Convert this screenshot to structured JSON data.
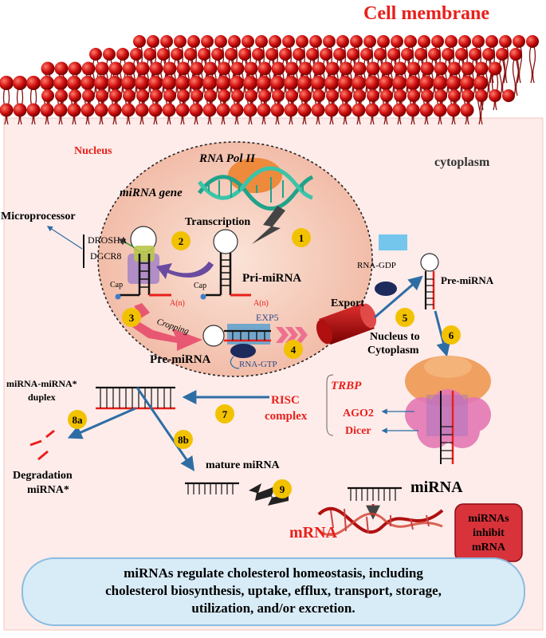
{
  "title": "Cell membrane",
  "regions": {
    "nucleus": "Nucleus",
    "cytoplasm": "cytoplasm"
  },
  "labels": {
    "rna_pol": "RNA Pol II",
    "mirna_gene": "miRNA gene",
    "transcription": "Transcription",
    "microprocessor": "Microprocessor",
    "drosha": "DROSHA",
    "dgcr8": "DGCR8",
    "cap": "Cap",
    "poly_a": "A(n)",
    "pri_mirna": "Pri-miRNA",
    "cropping": "Cropping",
    "pre_mirna": "Pre-miRNA",
    "exp5": "EXP5",
    "rna_gtp": "RNA-GTP",
    "rna_gdp": "RNA-GDP",
    "export": "Export",
    "nucleus_to_cytoplasm_1": "Nucleus to",
    "nucleus_to_cytoplasm_2": "Cytoplasm",
    "trbp": "TRBP",
    "ago2": "AGO2",
    "dicer": "Dicer",
    "risc_1": "RISC",
    "risc_2": "complex",
    "duplex_1": "miRNA-miRNA*",
    "duplex_2": "duplex",
    "degradation_1": "Degradation",
    "degradation_2": "miRNA*",
    "mature": "mature miRNA",
    "mirna": "miRNA",
    "mrna": "mRNA",
    "inhibit_1": "miRNAs",
    "inhibit_2": "inhibit",
    "inhibit_3": "mRNA"
  },
  "steps": [
    "1",
    "2",
    "3",
    "4",
    "5",
    "6",
    "7",
    "8a",
    "8b",
    "9"
  ],
  "summary": {
    "line1": "miRNAs regulate cholesterol homeostasis, including",
    "line2": "cholesterol biosynthesis, uptake, efflux, transport, storage,",
    "line3": "utilization, and/or excretion."
  },
  "colors": {
    "membrane": "#d01010",
    "nucleus_fill": "#f5c9b8",
    "step_badge": "#f2c200",
    "arrow_blue": "#2e6da4",
    "risc_orange": "#f0a060",
    "risc_pink": "#e478b4",
    "summary_fill": "#d8ecf8"
  }
}
